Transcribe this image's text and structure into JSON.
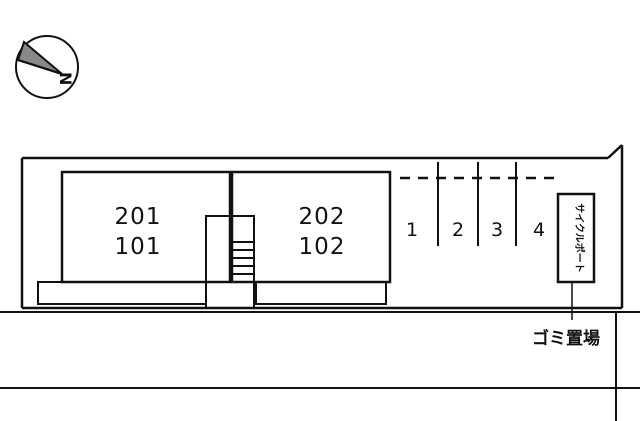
{
  "compass": {
    "north_label": "N",
    "icon": "north-arrow-icon"
  },
  "building_left": {
    "upper_unit": "201",
    "lower_unit": "101"
  },
  "building_right": {
    "upper_unit": "202",
    "lower_unit": "102"
  },
  "parking": {
    "spaces": [
      "1",
      "2",
      "3",
      "4"
    ]
  },
  "bicycle_port": {
    "label": "サイクルポート"
  },
  "garbage": {
    "label": "ゴミ置場"
  },
  "colors": {
    "line": "#111111",
    "background": "#ffffff",
    "compass_fill": "#888888"
  }
}
